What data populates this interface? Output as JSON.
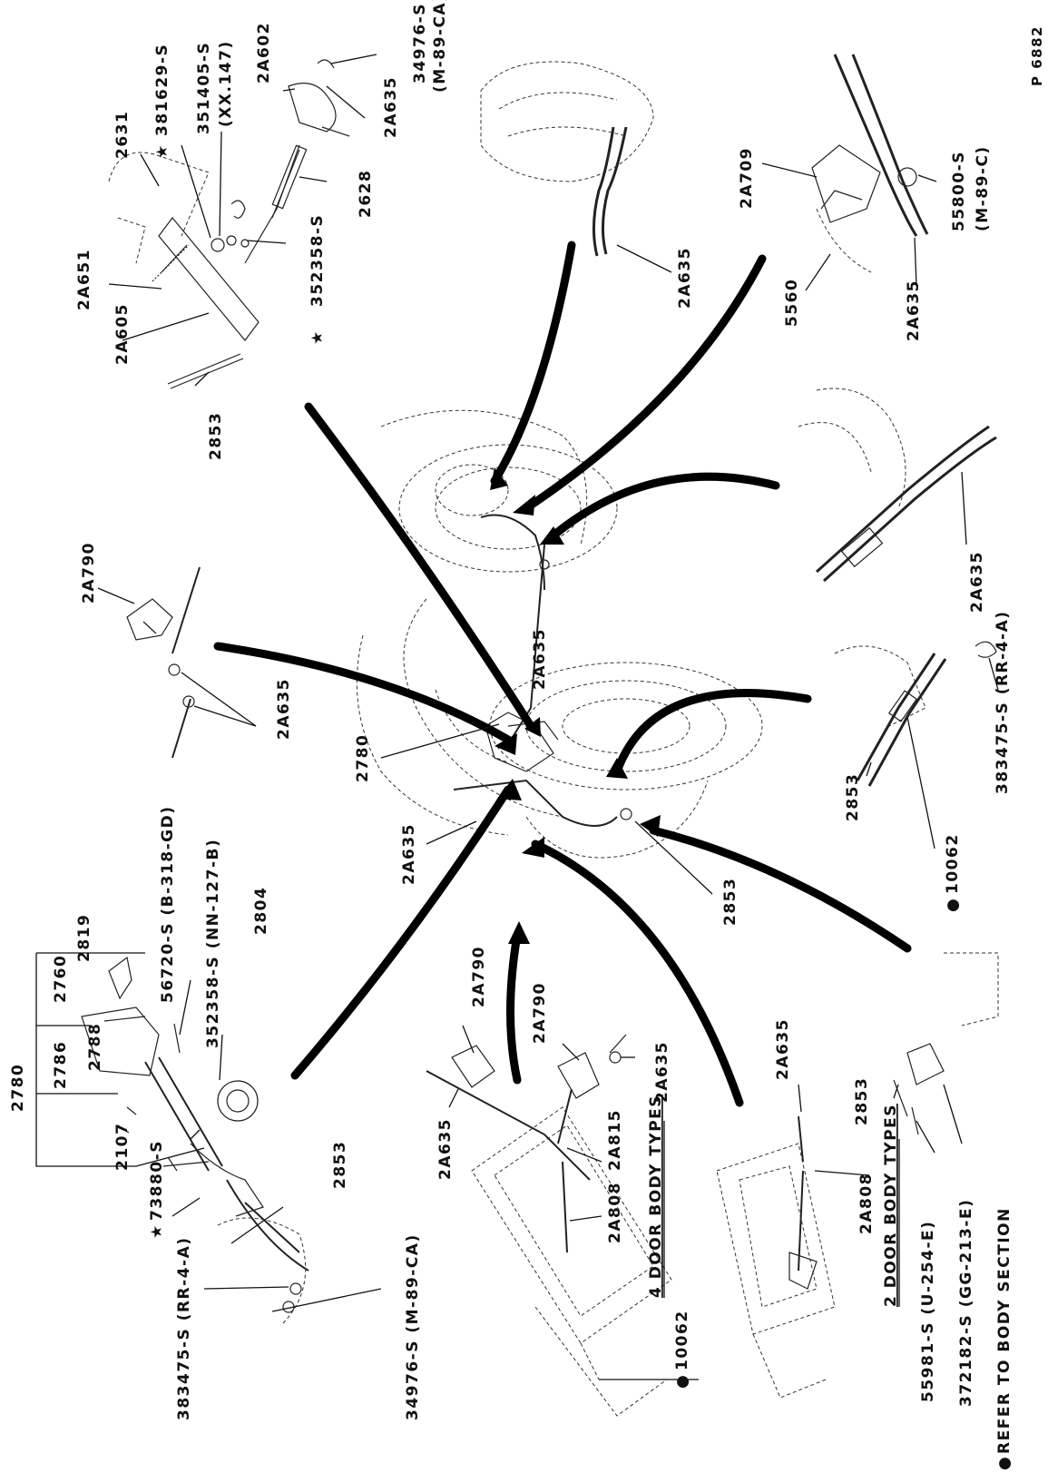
{
  "figure_id": "P 6882",
  "labels": {
    "cable_2a635": "2A635",
    "lever_2780": "2780",
    "bracket_2853": "2853",
    "clip_2a790": "2A790",
    "spring_2a651": "2A651",
    "equalizer_2a605": "2A605",
    "rod_2628": "2628",
    "bracket_2631": "2631",
    "lever_2a602": "2A602",
    "nut_34976": "34976-S",
    "spec_m89ca": "(M-89-CA)",
    "washer_381629": "381629-S",
    "pin_351405": "351405-S",
    "spec_xx147": "(XX.147)",
    "cotter_352358": "352358-S",
    "guide_2a709": "2A709",
    "nut_55800": "55800-S",
    "spec_m89c": "(M-89-C)",
    "part_5560": "5560",
    "clip_383475": "383475-S (RR-4-A)",
    "body_10062": "10062",
    "ring_2819": "2819",
    "part_2760": "2760",
    "part_2788": "2788",
    "part_2786": "2786",
    "part_2107": "2107",
    "bolt_56720": "56720-S (B-318-GD)",
    "cotter_352358_nn": "352358-S (NN-127-B)",
    "pulley_2804": "2804",
    "pin_73880": "73880-S",
    "clip_383475_alt": "383475-S (RR-4-A)",
    "nut_34976_alt": "34976-S (M-89-CA)",
    "bracket_2a815": "2A815",
    "plate_2a808": "2A808",
    "screw_55981": "55981-S (U-254-E)",
    "bolt_372182": "372182-S (GG-213-E)"
  },
  "captions": {
    "four_door": "4 DOOR BODY TYPES",
    "two_door": "2 DOOR BODY TYPES",
    "refer": "REFER TO BODY SECTION"
  },
  "symbols": {
    "star": "★",
    "bullet": "●"
  }
}
